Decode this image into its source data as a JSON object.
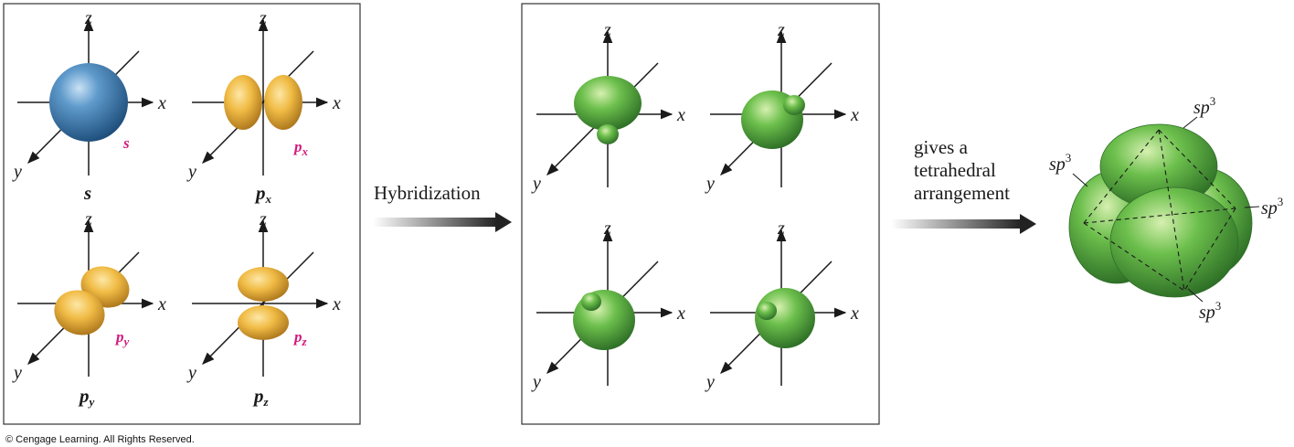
{
  "atomic_orbitals": [
    {
      "caption": "s",
      "label": "s",
      "subscript": ""
    },
    {
      "caption": "p",
      "label": "p",
      "subscript": "x"
    },
    {
      "caption": "p",
      "label": "p",
      "subscript": "y"
    },
    {
      "caption": "p",
      "label": "p",
      "subscript": "z"
    }
  ],
  "axes": {
    "x": "x",
    "y": "y",
    "z": "z"
  },
  "arrow_one_text": "Hybridization",
  "arrow_two_text": [
    "gives a",
    "tetrahedral",
    "arrangement"
  ],
  "hybrid_label": {
    "base": "sp",
    "exp": "3"
  },
  "copyright": "© Cengage Learning. All Rights Reserved.",
  "colors": {
    "s": "#4a86b5",
    "p": "#e6b038",
    "hybrid": "#5aa540",
    "label": "#d4187d"
  }
}
